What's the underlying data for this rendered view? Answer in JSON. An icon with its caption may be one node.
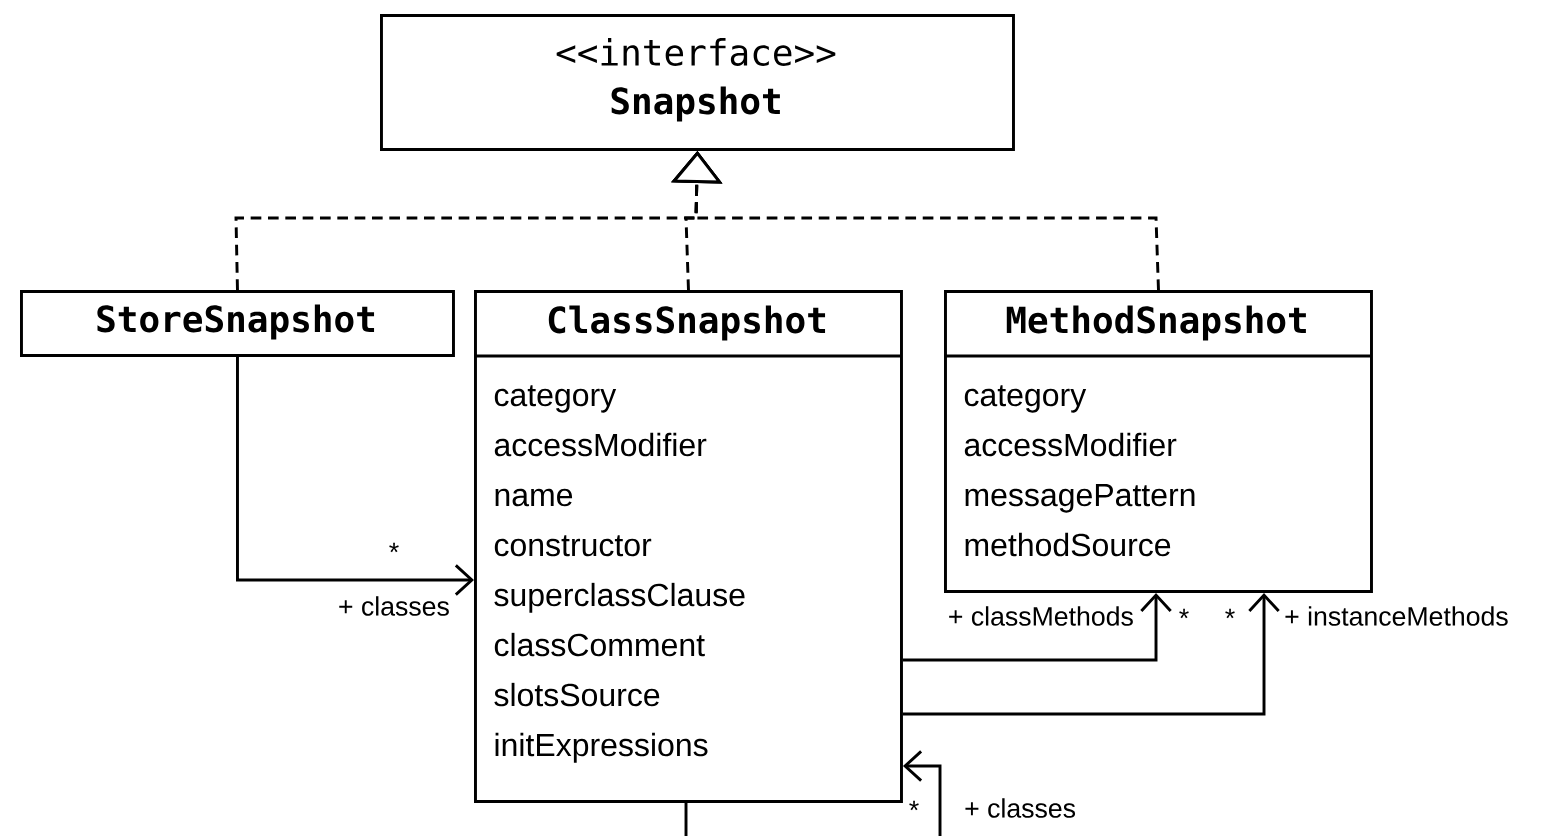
{
  "diagram": {
    "nodes": [
      {
        "text": [
          "<<interface>>",
          "Snapshot"
        ]
      },
      {
        "text": [
          "StoreSnapshot"
        ]
      },
      {
        "text": [
          "ClassSnapshot",
          "category",
          "accessModifier",
          "name",
          "constructor",
          "superclassClause",
          "classComment",
          "slotsSource",
          "initExpressions"
        ]
      },
      {
        "text": [
          "MethodSnapshot",
          "category",
          "accessModifier",
          "messagePattern",
          "methodSource"
        ]
      }
    ],
    "edges": [
      {
        "from": 1,
        "to": 0,
        "arrow": "to",
        "style": "dashed"
      },
      {
        "from": 2,
        "to": 0,
        "arrow": "to",
        "style": "dashed"
      },
      {
        "from": 3,
        "to": 0,
        "arrow": "to",
        "style": "dashed"
      },
      {
        "from": 1,
        "to": 2,
        "arrow": "to",
        "label": "+ classes"
      },
      {
        "from": 2,
        "to": 3,
        "arrow": "to",
        "label": "+ classMethods"
      },
      {
        "from": 2,
        "to": 3,
        "arrow": "to",
        "label": "+ instanceMethods"
      },
      {
        "from": 2,
        "to": 2,
        "arrow": "to",
        "label": "+ classes"
      }
    ],
    "labels": [
      "*",
      "*",
      "*",
      "*"
    ]
  }
}
